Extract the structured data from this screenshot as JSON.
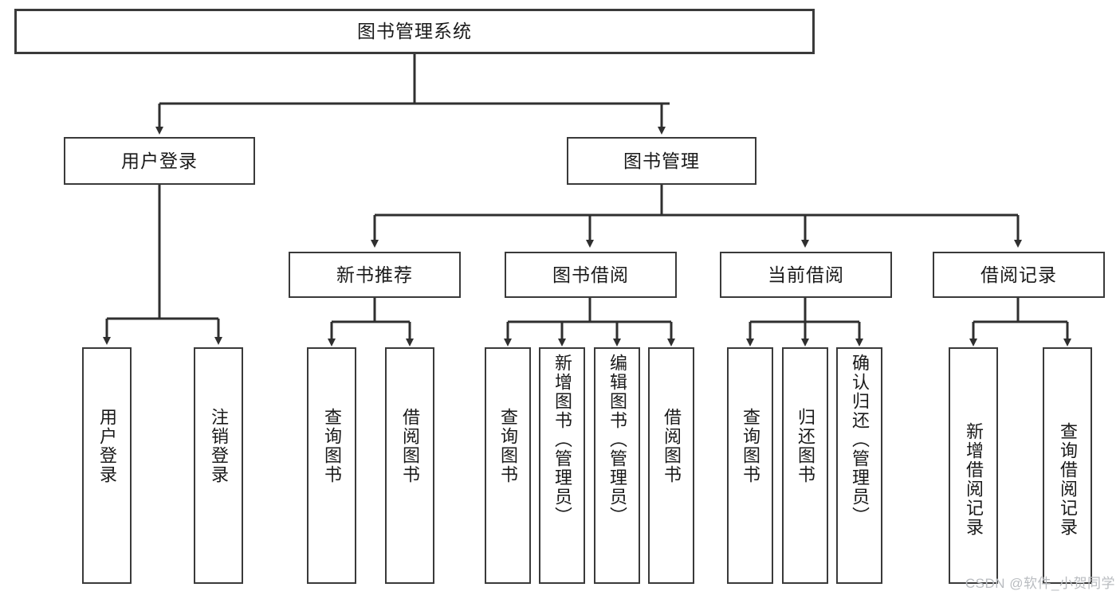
{
  "diagram": {
    "type": "tree",
    "title": "图书管理系统",
    "watermark": "CSDN @软件_小贺同学",
    "colors": {
      "box_border": "#3a3a3a",
      "box_fill": "#ffffff",
      "connector": "#2f2f2f",
      "text": "#1a1a1a",
      "watermark": "#b9bcc0"
    },
    "root": {
      "label": "图书管理系统"
    },
    "level2": [
      {
        "label": "用户登录"
      },
      {
        "label": "图书管理"
      }
    ],
    "level3": [
      {
        "label": "新书推荐"
      },
      {
        "label": "图书借阅"
      },
      {
        "label": "当前借阅"
      },
      {
        "label": "借阅记录"
      }
    ],
    "leaves": {
      "user_login": [
        {
          "label": "用户登录"
        },
        {
          "label": "注销登录"
        }
      ],
      "new_book": [
        {
          "label": "查询图书"
        },
        {
          "label": "借阅图书"
        }
      ],
      "borrow_book": [
        {
          "label": "查询图书"
        },
        {
          "label": "新增图书（管理员）"
        },
        {
          "label": "编辑图书（管理员）"
        },
        {
          "label": "借阅图书"
        }
      ],
      "current_borrow": [
        {
          "label": "查询图书"
        },
        {
          "label": "归还图书"
        },
        {
          "label": "确认归还（管理员）"
        }
      ],
      "borrow_record": [
        {
          "label": "新增借阅记录"
        },
        {
          "label": "查询借阅记录"
        }
      ]
    }
  }
}
